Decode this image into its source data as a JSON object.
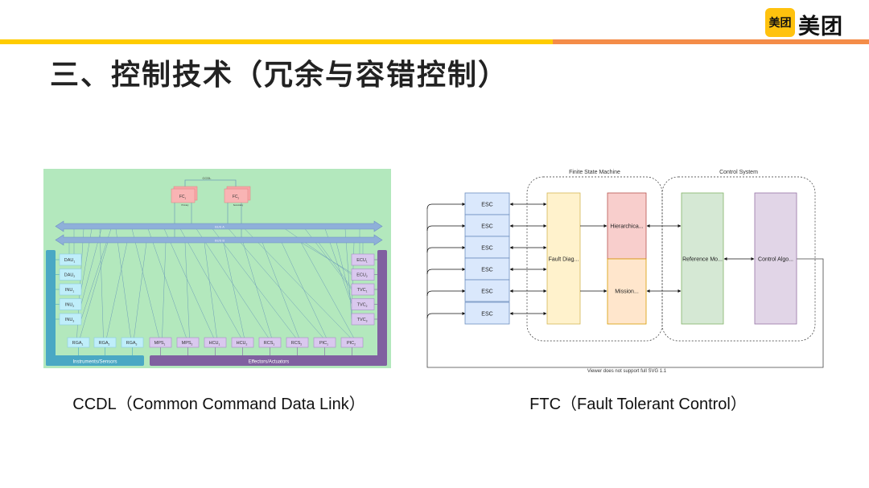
{
  "header": {
    "logo_badge": "美团",
    "logo_text": "美团",
    "colors": {
      "yellow": "#FFCC00",
      "orange": "#F48C48"
    }
  },
  "title": "三、控制技术（冗余与容错控制）",
  "ccdl": {
    "caption": "CCDL（Common Command Data Link）",
    "link_label": "CCDL",
    "fc1": {
      "label": "FC",
      "sub": "1",
      "role": "Primary"
    },
    "fc2": {
      "label": "FC",
      "sub": "2",
      "role": "Secondary"
    },
    "bus_a": "BUS A",
    "bus_b": "BUS B",
    "left_units": [
      {
        "label": "DAU",
        "sub": "1"
      },
      {
        "label": "DAU",
        "sub": "2"
      },
      {
        "label": "INU",
        "sub": "1"
      },
      {
        "label": "INU",
        "sub": "2"
      },
      {
        "label": "INU",
        "sub": "3"
      }
    ],
    "right_units": [
      {
        "label": "ECU",
        "sub": "1"
      },
      {
        "label": "ECU",
        "sub": "2"
      },
      {
        "label": "TVC",
        "sub": "1"
      },
      {
        "label": "TVC",
        "sub": "2"
      },
      {
        "label": "TVC",
        "sub": "3"
      }
    ],
    "bottom_sensors": [
      {
        "label": "RGA",
        "sub": "1"
      },
      {
        "label": "RGA",
        "sub": "2"
      },
      {
        "label": "RGA",
        "sub": "3"
      }
    ],
    "bottom_effectors": [
      {
        "label": "MPS",
        "sub": "1"
      },
      {
        "label": "MPS",
        "sub": "2"
      },
      {
        "label": "HCU",
        "sub": "1"
      },
      {
        "label": "HCU",
        "sub": "2"
      },
      {
        "label": "RCS",
        "sub": "1"
      },
      {
        "label": "RCS",
        "sub": "2"
      },
      {
        "label": "PIC",
        "sub": "1"
      },
      {
        "label": "PIC",
        "sub": "2"
      }
    ],
    "sensors_label": "Instruments/Sensors",
    "effectors_label": "Effectors/Actuators"
  },
  "ftc": {
    "caption": "FTC（Fault Tolerant Control）",
    "fsm_label": "Finite State Machine",
    "cs_label": "Control System",
    "esc": [
      "ESC",
      "ESC",
      "ESC",
      "ESC",
      "ESC",
      "ESC"
    ],
    "fault": "Fault Diag...",
    "hier": "Hierarchica...",
    "mission": "Mission...",
    "reference": "Reference Mo...",
    "control": "Control Algo...",
    "warning": "Viewer does not support full SVG 1.1"
  }
}
